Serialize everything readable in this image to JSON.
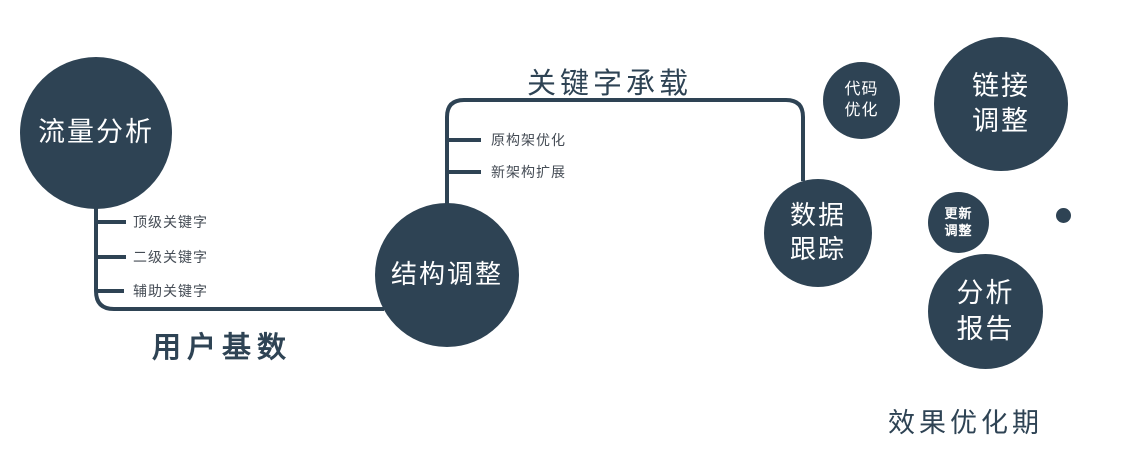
{
  "diagram": {
    "colors": {
      "node_fill": "#2e4354",
      "line_color": "#2e4354",
      "node_text": "#ffffff",
      "label_text": "#2e4354",
      "branch_text": "#454c55",
      "background": "#ffffff"
    },
    "nodes": [
      {
        "id": "traffic-analysis",
        "lines": [
          "流量分析"
        ]
      },
      {
        "id": "structure-adjustment",
        "lines": [
          "结构调整"
        ]
      },
      {
        "id": "data-tracking",
        "lines": [
          "数据",
          "跟踪"
        ]
      },
      {
        "id": "code-optimization",
        "lines": [
          "代码",
          "优化"
        ]
      },
      {
        "id": "link-adjustment",
        "lines": [
          "链接",
          "调整"
        ]
      },
      {
        "id": "update-adjustment",
        "lines": [
          "更新",
          "调整"
        ]
      },
      {
        "id": "analysis-report",
        "lines": [
          "分析",
          "报告"
        ]
      }
    ],
    "edge_labels": {
      "user_base": "用户基数",
      "keyword_carrying": "关键字承载"
    },
    "branch_labels_left": [
      "顶级关键字",
      "二级关键字",
      "辅助关键字"
    ],
    "branch_labels_mid": [
      "原构架优化",
      "新架构扩展"
    ],
    "footer_label": "效果优化期"
  }
}
